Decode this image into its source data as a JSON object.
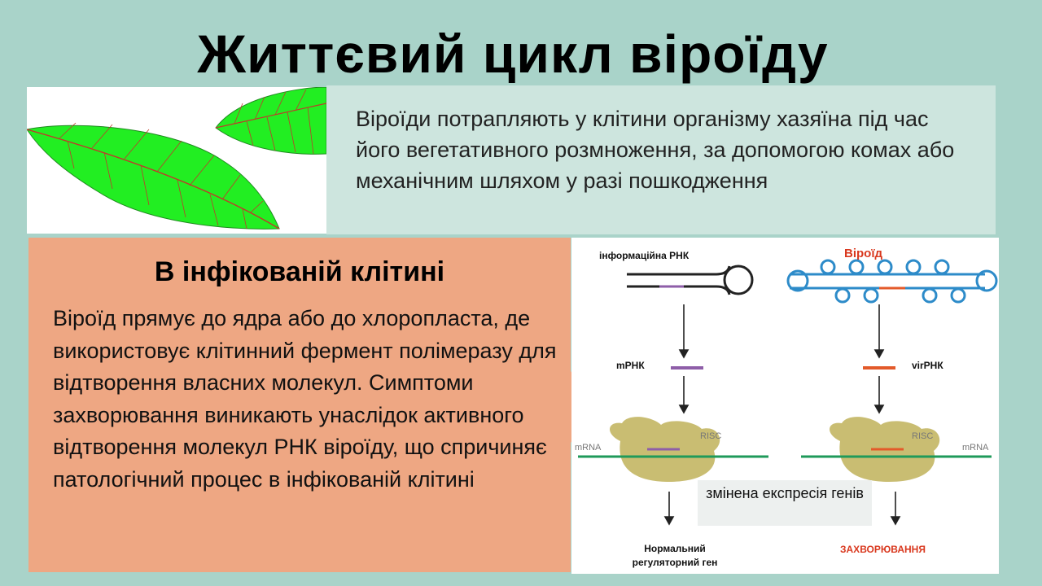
{
  "slide": {
    "title": "Життєвий цикл віроїду",
    "intro_text": "Віроїди потрапляють у клітини організму хазяїна під час його вегетативного розмноження, за допомогою комах або механічним шляхом у разі пошкодження",
    "section_title": "В інфікованій клітині",
    "section_text": "Віроїд прямує до ядра або до хлоропласта, де використовує клітинний фермент полімеразу для відтворення власних молекул. Симптоми захворювання виникають унаслідок активного відтворення молекул РНК віроїду, що спричиняє патологічний процес в інфікованій клітині"
  },
  "diagram": {
    "left_top_label": "інформаційна РНК",
    "right_top_label": "Віроїд",
    "left_mid_label": "mРНК",
    "right_mid_label": "virРНК",
    "risc_label": "RISC",
    "mrna_label": "mRNA",
    "changed_expression": "змінена експресія генів",
    "left_result_line1": "Нормальний",
    "left_result_line2": "регуляторний ген",
    "right_result": "ЗАХВОРЮВАННЯ",
    "colors": {
      "blue": "#2d8bc9",
      "red": "#d9381e",
      "purple": "#8e5ea8",
      "orange": "#e35a2a",
      "green": "#1f9a5a",
      "risc": "#c9bd72"
    }
  }
}
